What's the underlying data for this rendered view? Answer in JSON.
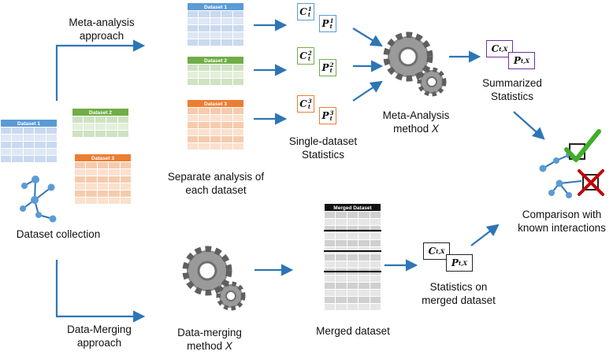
{
  "labels": {
    "meta_approach": [
      "Meta-analysis",
      "approach"
    ],
    "merge_approach": [
      "Data-Merging",
      "approach"
    ],
    "dataset_collection": "Dataset collection",
    "separate_analysis": [
      "Separate analysis of",
      "each dataset"
    ],
    "single_stats": [
      "Single-dataset",
      "Statistics"
    ],
    "meta_method": [
      "Meta-Analysis",
      "method"
    ],
    "meta_method_var": "X",
    "summarized": [
      "Summarized",
      "Statistics"
    ],
    "comparison": [
      "Comparison with",
      "known interactions"
    ],
    "merged_dataset": "Merged dataset",
    "merging_method": [
      "Data-merging",
      "method"
    ],
    "merging_method_var": "X",
    "stats_merged": [
      "Statistics on",
      "merged dataset"
    ]
  },
  "tables": {
    "dataset1": "Dataset 1",
    "dataset2": "Dataset 2",
    "dataset3": "Dataset 3",
    "merged": "Merged Dataset"
  },
  "stats": {
    "c": "C",
    "p": "P",
    "t": "t",
    "idx1": "1",
    "idx2": "2",
    "idx3": "3",
    "tx": "t,X"
  },
  "colors": {
    "blue": "#5b9bd5",
    "green": "#70ad47",
    "orange": "#ed7d31",
    "purple": "#7030a0",
    "arrow": "#2e75b6",
    "gray": "#7f7f7f"
  }
}
